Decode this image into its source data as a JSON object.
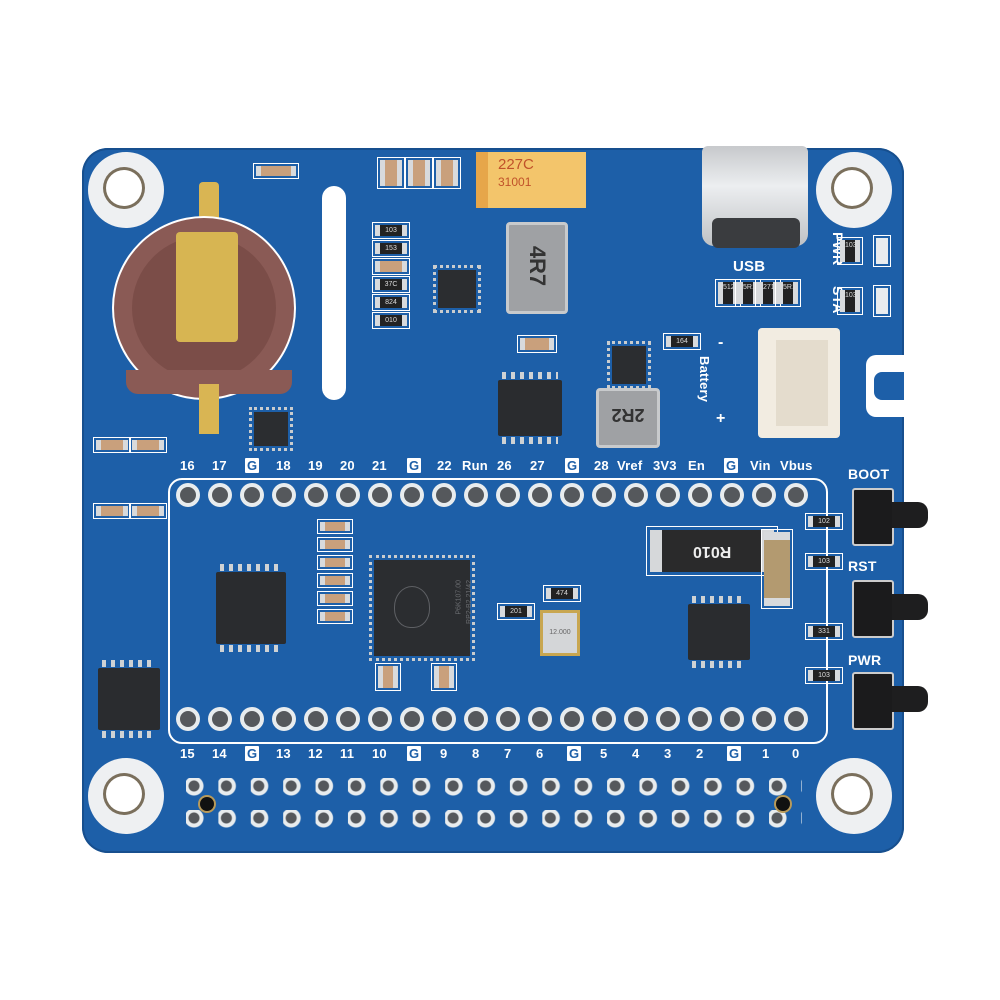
{
  "image": {
    "subject": "Blue Raspberry Pi HAT-form PCB with RP2040 microcontroller, coin-cell battery holder, USB-C port and 40-pin header",
    "background_color": "#ffffff",
    "board_color": "#1d5fa8"
  },
  "top_pin_labels": [
    "16",
    "17",
    "G",
    "18",
    "19",
    "20",
    "21",
    "G",
    "22",
    "Run",
    "26",
    "27",
    "G",
    "28",
    "Vref",
    "3V3",
    "En",
    "G",
    "Vin",
    "Vbus"
  ],
  "bottom_pin_labels": [
    "15",
    "14",
    "G",
    "13",
    "12",
    "11",
    "10",
    "G",
    "9",
    "8",
    "7",
    "6",
    "G",
    "5",
    "4",
    "3",
    "2",
    "G",
    "1",
    "0"
  ],
  "connectors": {
    "usb_label": "USB",
    "battery_label": "Battery",
    "battery_minus": "-",
    "battery_plus": "+"
  },
  "leds": {
    "pwr_label": "PWR",
    "sta_label": "STA"
  },
  "buttons": [
    {
      "label": "BOOT"
    },
    {
      "label": "RST"
    },
    {
      "label": "PWR"
    }
  ],
  "component_markings": {
    "tantalum_cap_line1": "227C",
    "tantalum_cap_line2": "31001",
    "inductor_main": "4R7",
    "inductor_secondary": "2R2",
    "shunt_resistor": "R010",
    "mcu_line1": "RP2-B2 21/42",
    "mcu_line2": "P6K107.00",
    "crystal": "12.000",
    "resistor_codes": [
      "103",
      "153",
      "37C",
      "824",
      "010",
      "512",
      "5R1",
      "271",
      "5R1",
      "103",
      "103",
      "164",
      "201",
      "474",
      "102",
      "103",
      "331",
      "103"
    ]
  }
}
